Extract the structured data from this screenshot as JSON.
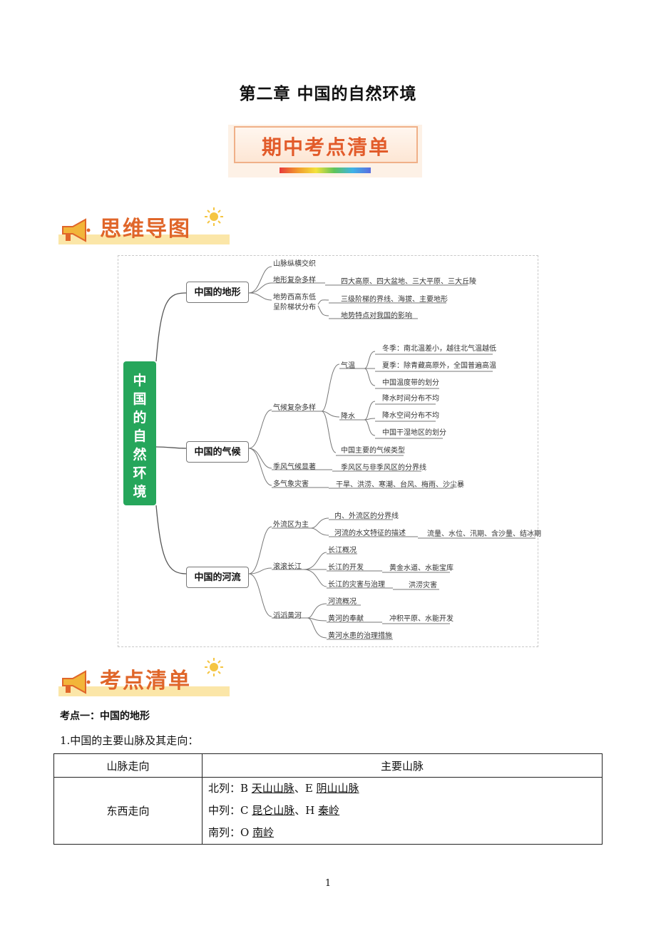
{
  "chapter_title": "第二章  中国的自然环境",
  "banner_title": "期中考点清单",
  "section1_title": "思维导图",
  "section2_title": "考点清单",
  "mindmap": {
    "root": [
      "中",
      "国",
      "的",
      "自",
      "然",
      "环",
      "境"
    ],
    "terrain": {
      "title": "中国的地形",
      "b1": "山脉纵横交织",
      "b2": "地形复杂多样",
      "b2_detail": "四大高原、四大盆地、三大平原、三大丘陵",
      "b3_line1": "地势西高东低",
      "b3_line2": "呈阶梯状分布",
      "b3_detail1": "三级阶梯的界线、海拔、主要地形",
      "b3_detail2": "地势特点对我国的影响"
    },
    "climate": {
      "title": "中国的气候",
      "b1": "气候复杂多样",
      "temp": "气温",
      "temp1": "冬季：南北温差小，越往北气温越低",
      "temp2": "夏季：除青藏高原外，全国普遍高温",
      "temp3": "中国温度带的划分",
      "rain": "降水",
      "rain1": "降水时间分布不均",
      "rain2": "降水空间分布不均",
      "rain3": "中国干湿地区的划分",
      "types": "中国主要的气候类型",
      "b2": "季风气候显著",
      "b2_detail": "季风区与非季风区的分界线",
      "b3": "多气象灾害",
      "b3_detail": "干旱、洪涝、寒潮、台风、梅雨、沙尘暴"
    },
    "rivers": {
      "title": "中国的河流",
      "b1": "外流区为主",
      "b1_d1": "内、外流区的分界线",
      "b1_d2": "河流的水文特征的描述",
      "b1_d2_detail": "流量、水位、汛期、含沙量、结冰期",
      "b2": "滚滚长江",
      "b2_d1": "长江概况",
      "b2_d2": "长江的开发",
      "b2_d2_detail": "黄金水道、水能宝库",
      "b2_d3": "长江的灾害与治理",
      "b2_d3_detail": "洪涝灾害",
      "b3": "滔滔黄河",
      "b3_d1": "河流概况",
      "b3_d2": "黄河的奉献",
      "b3_d2_detail": "冲积平原、水能开发",
      "b3_d3": "黄河水患的治理措施"
    }
  },
  "kd1_title": "考点一：中国的地形",
  "kd1_sub": "1.中国的主要山脉及其走向：",
  "table": {
    "header_col1": "山脉走向",
    "header_col2": "主要山脉",
    "row1_dir": "东西走向",
    "north_prefix": "北列：B ",
    "north_a": "天山山脉",
    "north_sep": "、E ",
    "north_b": "阴山山脉",
    "mid_prefix": "中列：C ",
    "mid_a": "昆仑山脉",
    "mid_sep": "、H ",
    "mid_b": "秦岭",
    "south_prefix": "南列：O ",
    "south_a": "南岭"
  },
  "page_number": "1",
  "colors": {
    "root_green": "#26a65b",
    "accent_orange": "#e0662a",
    "banner_orange": "#e25b2a"
  }
}
